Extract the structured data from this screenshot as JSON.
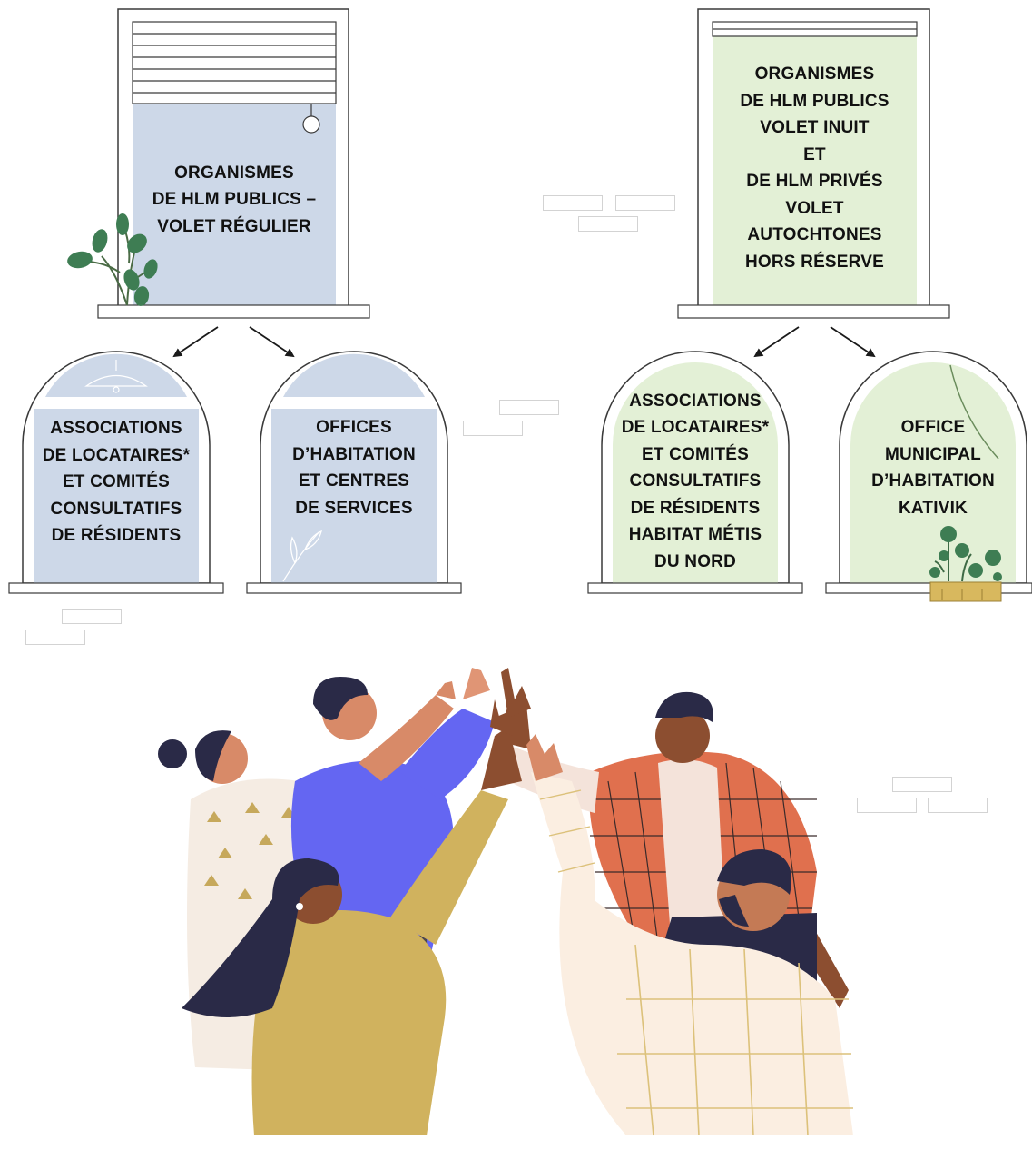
{
  "colors": {
    "blue_glass": "#cdd8e8",
    "green_glass": "#e3f0d6",
    "frame": "#3a3a3a",
    "plant_leaf": "#3e7d53",
    "planter": "#d8b85e"
  },
  "top_windows": [
    {
      "id": "left",
      "lines": [
        "ORGANISMES",
        "DE HLM PUBLICS –",
        "VOLET RÉGULIER"
      ]
    },
    {
      "id": "right",
      "lines": [
        "ORGANISMES",
        "DE HLM PUBLICS",
        "VOLET INUIT",
        "ET",
        "DE HLM PRIVÉS",
        "VOLET",
        "AUTOCHTONES",
        "HORS RÉSERVE"
      ]
    }
  ],
  "arch_windows": [
    {
      "id": "w1",
      "lines": [
        "ASSOCIATIONS",
        "DE LOCATAIRES*",
        "ET COMITÉS",
        "CONSULTATIFS",
        "DE RÉSIDENTS"
      ]
    },
    {
      "id": "w2",
      "lines": [
        "OFFICES",
        "D’HABITATION",
        "ET CENTRES",
        "DE SERVICES"
      ]
    },
    {
      "id": "w3",
      "lines": [
        "ASSOCIATIONS",
        "DE LOCATAIRES*",
        "ET COMITÉS",
        "CONSULTATIFS",
        "DE RÉSIDENTS",
        "HABITAT MÉTIS",
        "DU NORD"
      ]
    },
    {
      "id": "w4",
      "lines": [
        "OFFICE",
        "MUNICIPAL",
        "D’HABITATION",
        "KATIVIK"
      ]
    }
  ],
  "illustration": "people-high-five-illustration"
}
